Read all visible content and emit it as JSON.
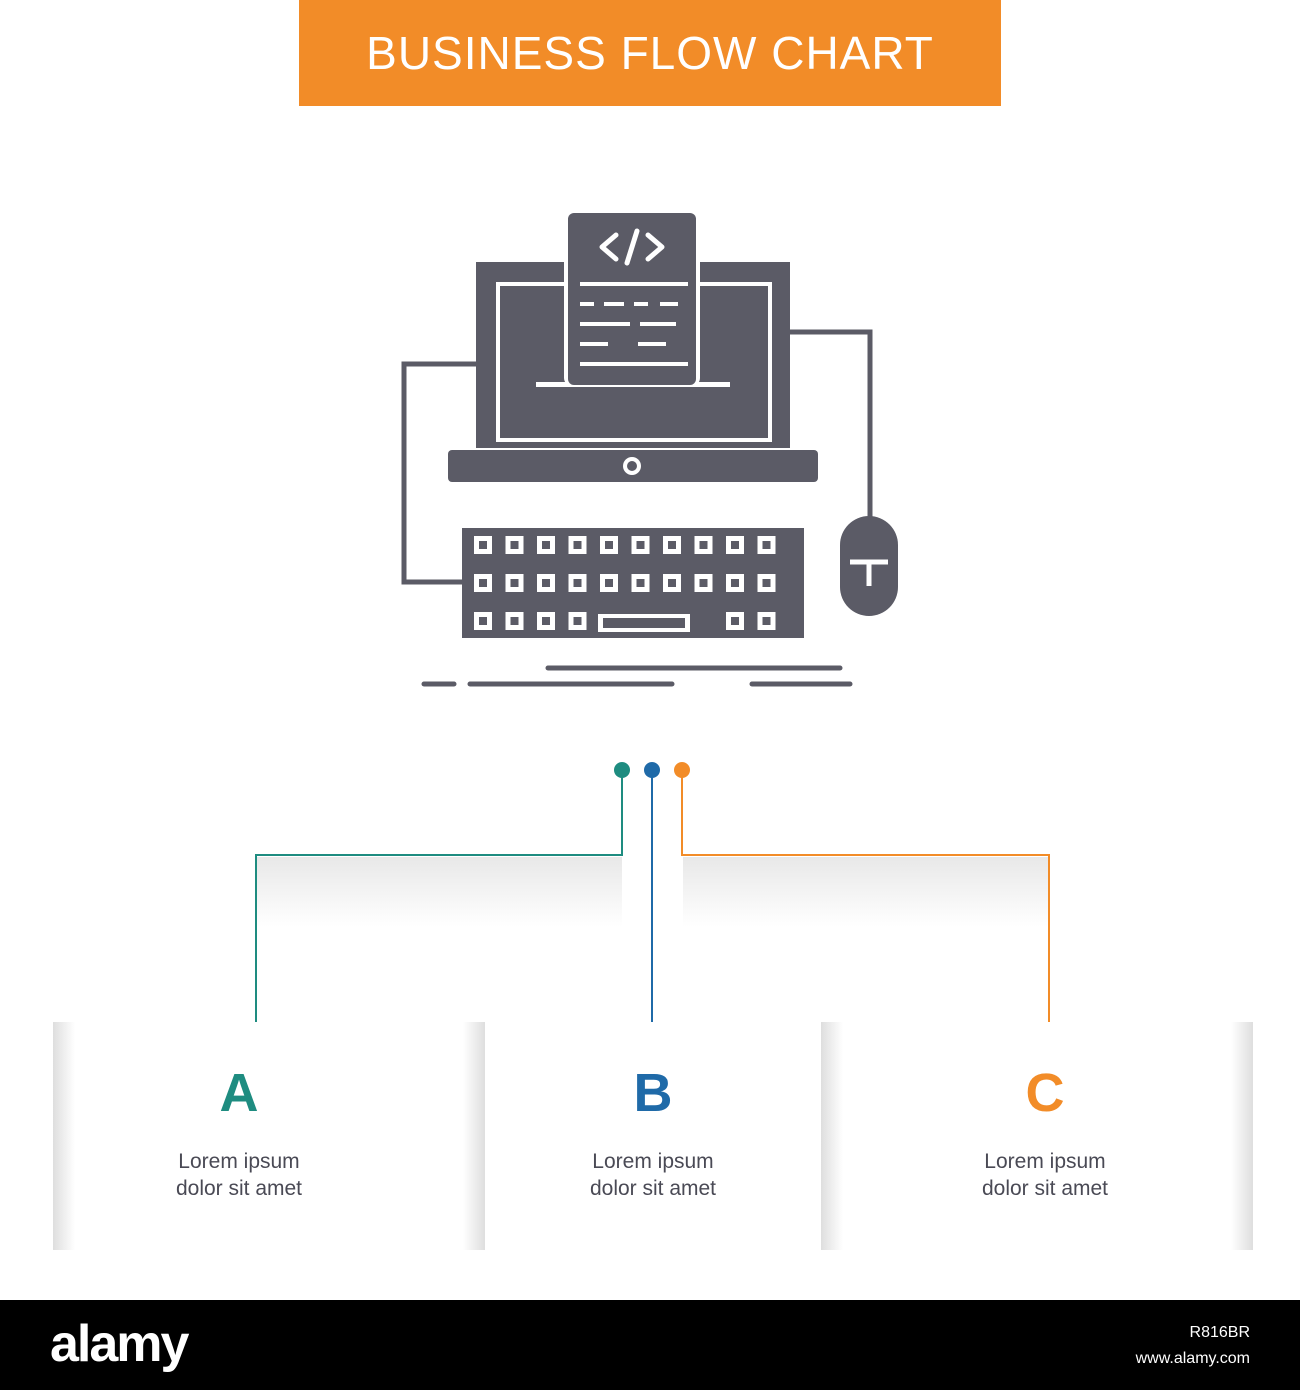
{
  "title": "BUSINESS FLOW CHART",
  "icon": {
    "name": "computer-coding-icon",
    "color": "#5b5b66"
  },
  "colors": {
    "a": "#1e8c80",
    "b": "#1f6aa8",
    "c": "#f28c28",
    "banner": "#f28c28",
    "text": "#4a4a55"
  },
  "steps": [
    {
      "letter": "A",
      "line1": "Lorem ipsum",
      "line2": "dolor sit amet"
    },
    {
      "letter": "B",
      "line1": "Lorem ipsum",
      "line2": "dolor sit amet"
    },
    {
      "letter": "C",
      "line1": "Lorem ipsum",
      "line2": "dolor sit amet"
    }
  ],
  "footer": {
    "brand": "alamy",
    "image_id": "R816BR",
    "url": "www.alamy.com"
  }
}
